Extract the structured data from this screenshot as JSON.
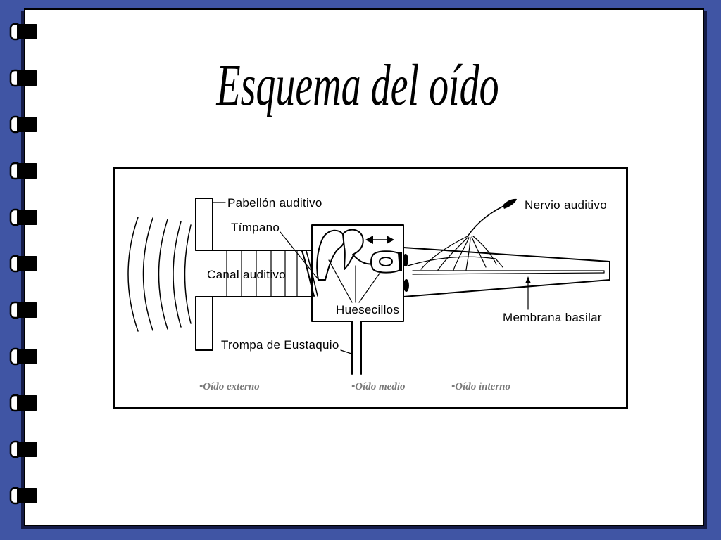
{
  "slide": {
    "title": "Esquema del oído"
  },
  "diagram": {
    "labels": {
      "pinna": "Pabellón auditivo",
      "eardrum": "Tímpano",
      "ear_canal": "Canal auditivo",
      "ossicles": "Huesecillos",
      "eustachian_tube": "Trompa de Eustaquio",
      "auditory_nerve": "Nervio auditivo",
      "basilar_membrane": "Membrana basilar"
    },
    "sections": [
      "•Oído externo",
      "•Oído medio",
      "•Oído interno"
    ]
  },
  "colors": {
    "background": "#4055a4",
    "page": "#ffffff",
    "ink": "#000000",
    "section_labels": "#7a7a7a"
  }
}
